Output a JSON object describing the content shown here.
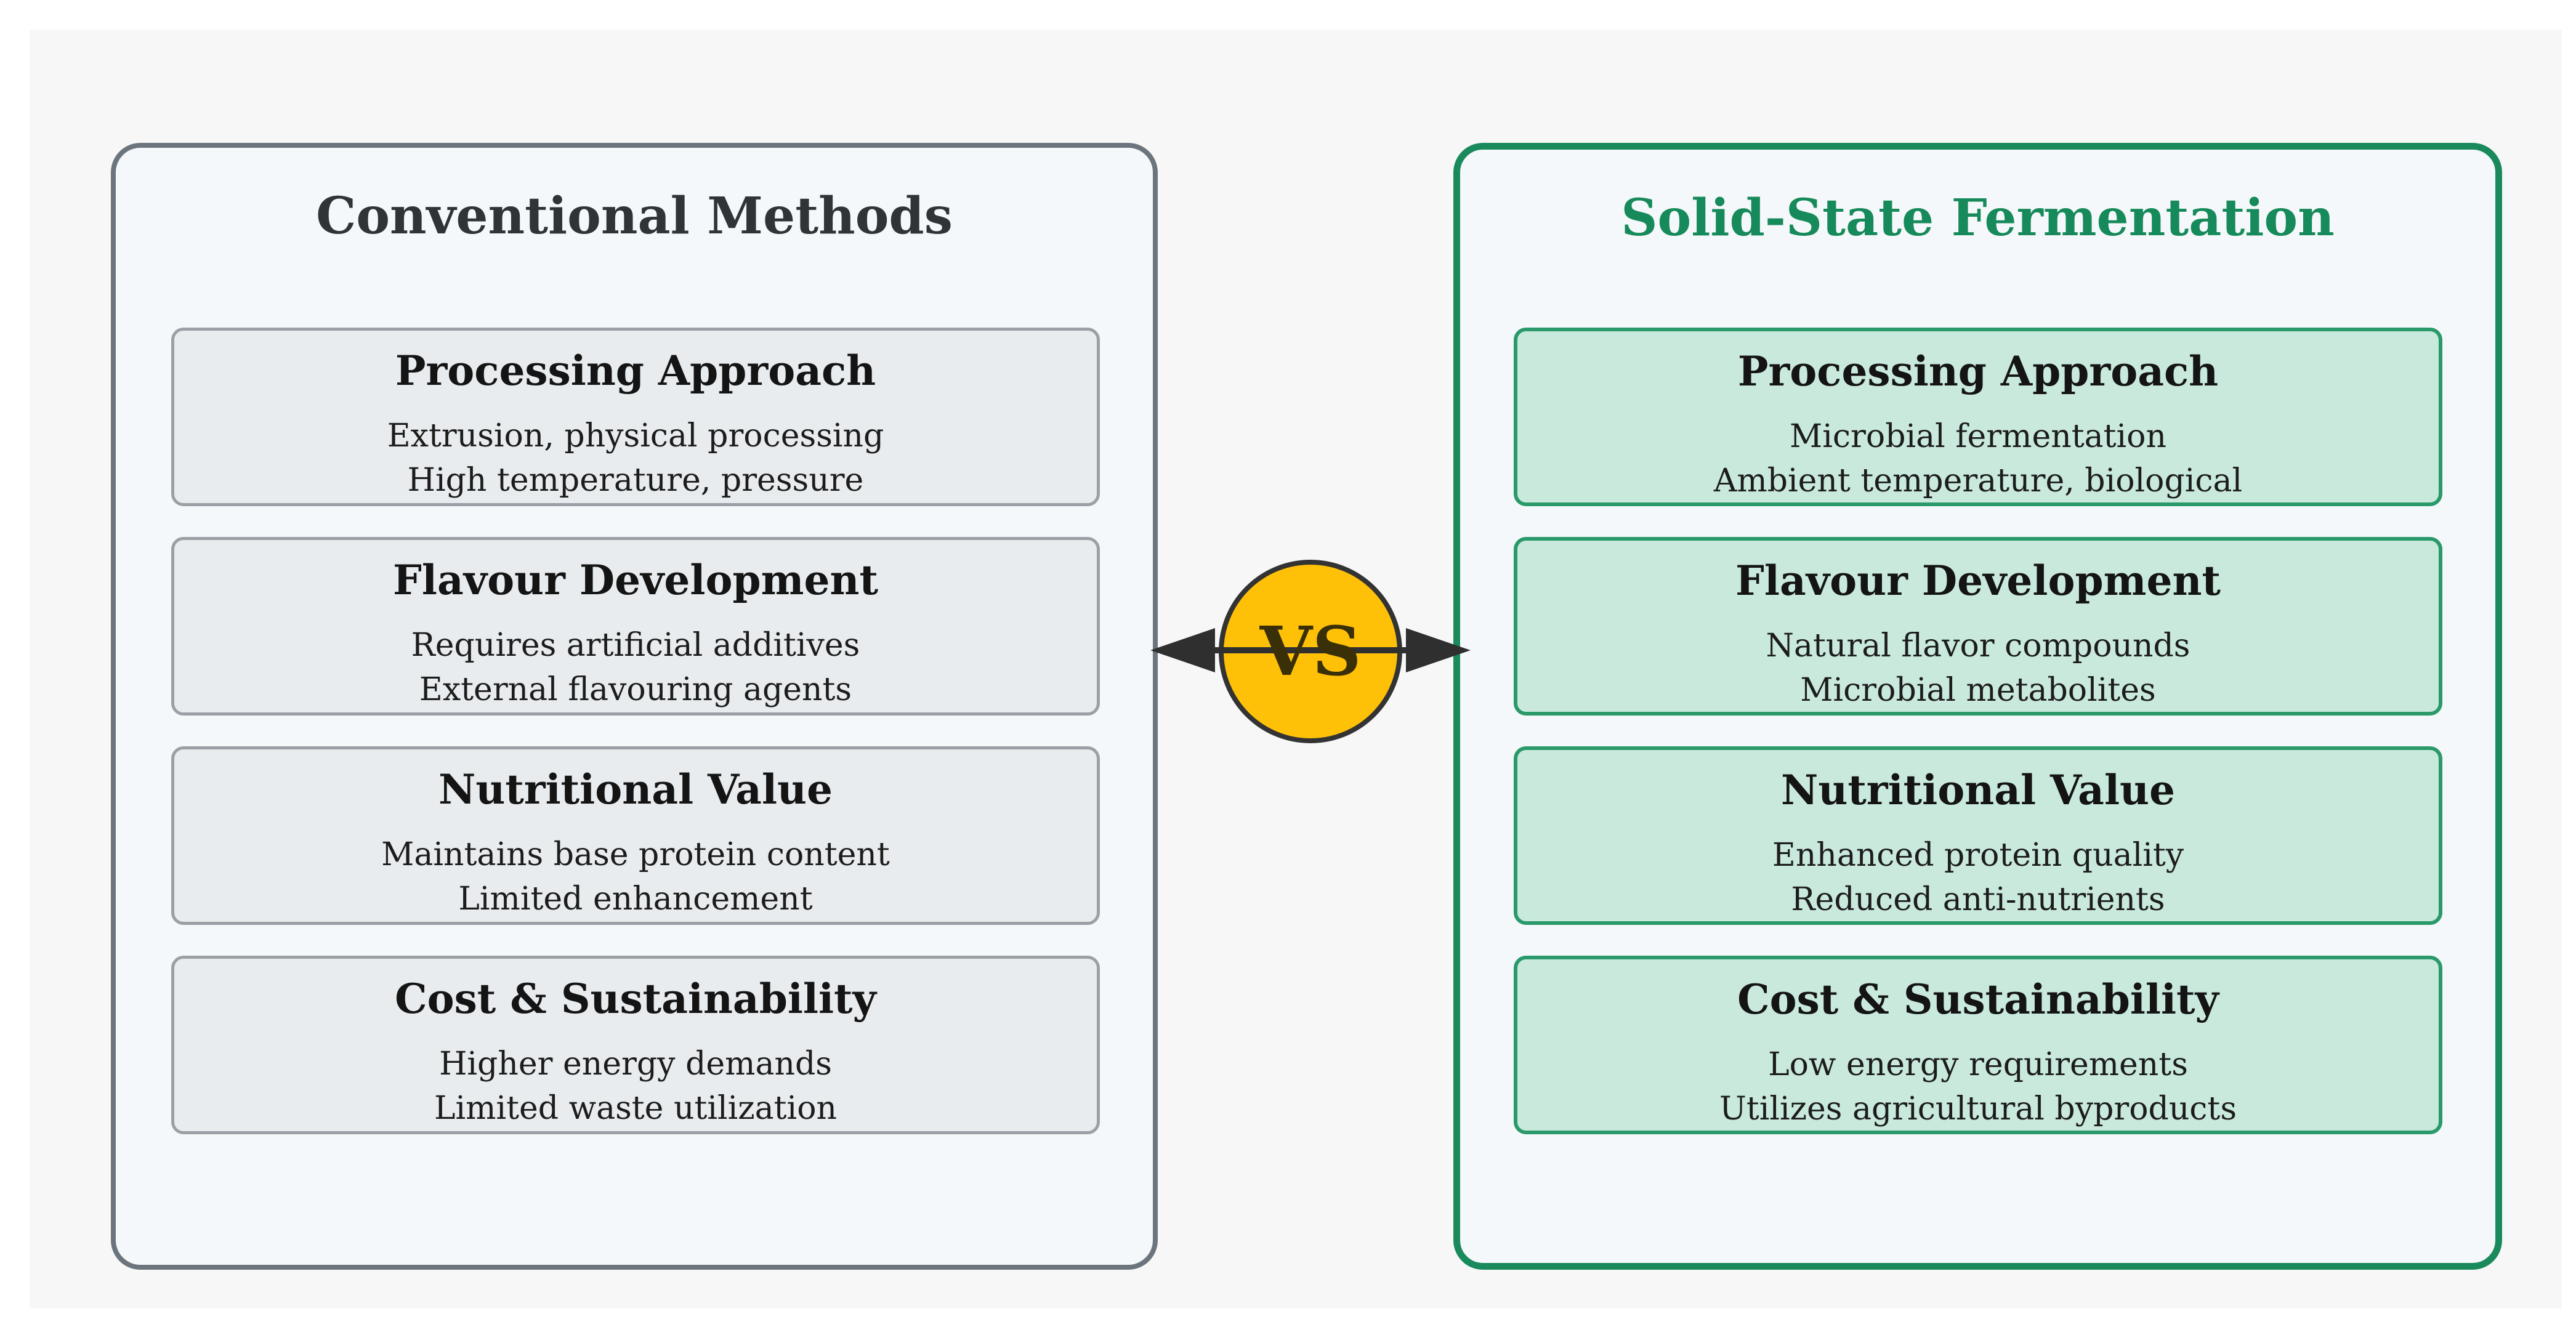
{
  "conventional": {
    "title": "Conventional Methods",
    "cards": [
      {
        "title": "Processing Approach",
        "lines": [
          "Extrusion, physical processing",
          "High temperature, pressure"
        ]
      },
      {
        "title": "Flavour Development",
        "lines": [
          "Requires artificial additives",
          "External flavouring agents"
        ]
      },
      {
        "title": "Nutritional Value",
        "lines": [
          "Maintains base protein content",
          "Limited enhancement"
        ]
      },
      {
        "title": "Cost & Sustainability",
        "lines": [
          "Higher energy demands",
          "Limited waste utilization"
        ]
      }
    ]
  },
  "ssf": {
    "title": "Solid-State Fermentation",
    "cards": [
      {
        "title": "Processing Approach",
        "lines": [
          "Microbial fermentation",
          "Ambient temperature, biological"
        ]
      },
      {
        "title": "Flavour Development",
        "lines": [
          "Natural flavor compounds",
          "Microbial metabolites"
        ]
      },
      {
        "title": "Nutritional Value",
        "lines": [
          "Enhanced protein quality",
          "Reduced anti-nutrients"
        ]
      },
      {
        "title": "Cost & Sustainability",
        "lines": [
          "Low energy requirements",
          "Utilizes agricultural byproducts"
        ]
      }
    ]
  },
  "vs": {
    "label": "VS",
    "colors": {
      "circle": "#ffc107",
      "outline": "#333333",
      "arrow": "#2f2f2f"
    }
  }
}
